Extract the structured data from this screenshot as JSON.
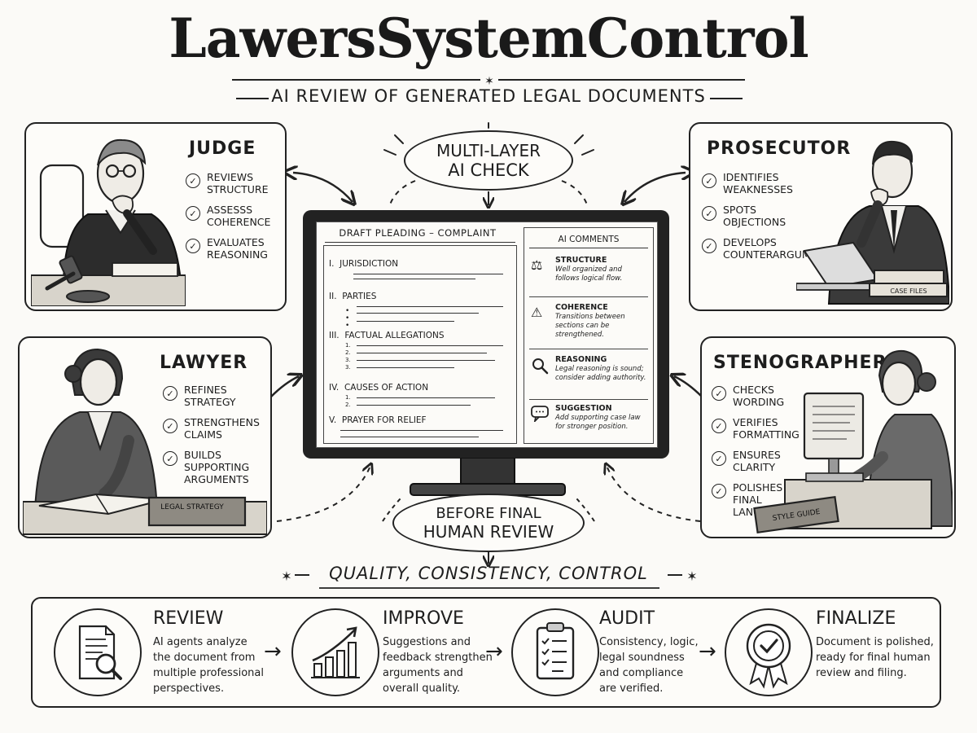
{
  "header": {
    "title": "LawersSystemControl",
    "subtitle": "AI REVIEW OF GENERATED LEGAL DOCUMENTS"
  },
  "center": {
    "top_oval": [
      "MULTI-LAYER",
      "AI CHECK"
    ],
    "bottom_oval": [
      "BEFORE FINAL",
      "HUMAN REVIEW"
    ],
    "motto": "QUALITY, CONSISTENCY, CONTROL"
  },
  "roles": {
    "judge": {
      "title": "JUDGE",
      "tasks": [
        "REVIEWS STRUCTURE",
        "ASSESSS COHERENCE",
        "EVALUATES REASONING"
      ]
    },
    "prosecutor": {
      "title": "PROSECUTOR",
      "tasks": [
        "IDENTIFIES WEAKNESSES",
        "SPOTS OBJECTIONS",
        "DEVELOPS COUNTERARGUMENTS"
      ],
      "book_label": "CASE FILES"
    },
    "lawyer": {
      "title": "LAWYER",
      "tasks": [
        "REFINES STRATEGY",
        "STRENGTHENS CLAIMS",
        "BUILDS SUPPORTING ARGUMENTS"
      ],
      "book_label": "LEGAL STRATEGY"
    },
    "stenographer": {
      "title": "STENOGRAPHER",
      "tasks": [
        "CHECKS WORDING",
        "VERIFIES FORMATTING",
        "ENSURES CLARITY",
        "POLISHES FINAL LANGUAGE"
      ],
      "book_label": "STYLE GUIDE"
    }
  },
  "document": {
    "title": "DRAFT PLEADING – COMPLAINT",
    "sections": [
      {
        "num": "I.",
        "label": "JURISDICTION"
      },
      {
        "num": "II.",
        "label": "PARTIES"
      },
      {
        "num": "III.",
        "label": "FACTUAL ALLEGATIONS"
      },
      {
        "num": "IV.",
        "label": "CAUSES OF ACTION"
      },
      {
        "num": "V.",
        "label": "PRAYER FOR RELIEF"
      }
    ],
    "comments_title": "AI COMMENTS",
    "comments": [
      {
        "icon": "scales-icon",
        "title": "STRUCTURE",
        "body": "Well organized and follows logical flow."
      },
      {
        "icon": "warning-icon",
        "title": "COHERENCE",
        "body": "Transitions between sections can be strengthened."
      },
      {
        "icon": "magnifier-icon",
        "title": "REASONING",
        "body": "Legal reasoning is sound; consider adding authority."
      },
      {
        "icon": "speech-bubble-icon",
        "title": "SUGGESTION",
        "body": "Add supporting case law for stronger position."
      }
    ]
  },
  "steps": [
    {
      "icon": "document-search-icon",
      "title": "REVIEW",
      "desc": [
        "AI agents analyze",
        "the document from",
        "multiple professional",
        "perspectives."
      ]
    },
    {
      "icon": "growth-chart-icon",
      "title": "IMPROVE",
      "desc": [
        "Suggestions and",
        "feedback strengthen",
        "arguments and",
        "overall quality."
      ]
    },
    {
      "icon": "checklist-icon",
      "title": "AUDIT",
      "desc": [
        "Consistency, logic,",
        "legal soundness",
        "and compliance",
        "are verified."
      ]
    },
    {
      "icon": "award-badge-icon",
      "title": "FINALIZE",
      "desc": [
        "Document is polished,",
        "ready for final human",
        "review and filing."
      ]
    }
  ]
}
